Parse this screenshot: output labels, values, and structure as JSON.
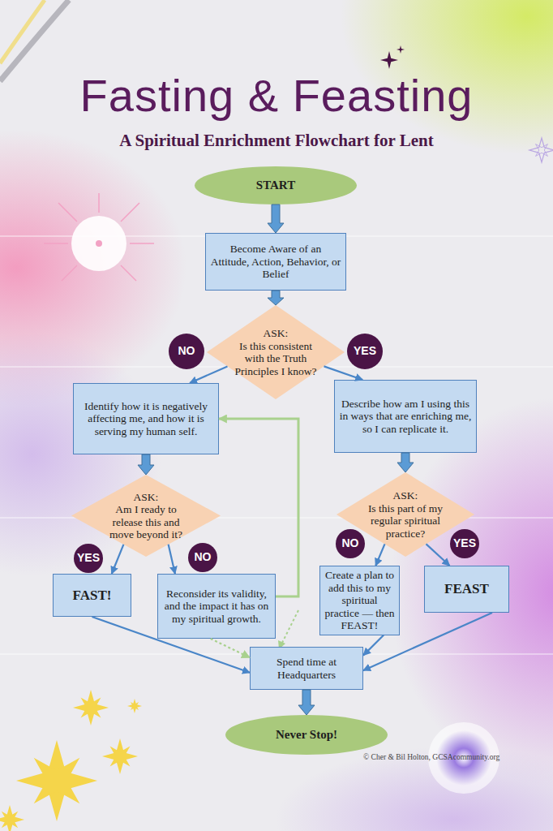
{
  "diagram": {
    "title": "Fasting & Feasting",
    "nodes": [
      {
        "text": [
          "START"
        ]
      },
      {
        "text": [
          "Become Aware of an Attitude, Action, Behavior, or Belief"
        ]
      },
      {
        "text": [
          "ASK:",
          "Is this consistent with the Truth Principles I know?"
        ]
      },
      {
        "text": [
          "NO"
        ]
      },
      {
        "text": [
          "YES"
        ]
      },
      {
        "text": [
          "Identify how it is negatively affecting me, and how it is serving my human self."
        ]
      },
      {
        "text": [
          "Describe how am I using this in ways that are enriching me, so I can replicate it."
        ]
      },
      {
        "text": [
          "ASK:",
          "Am I ready to release this and move beyond it?"
        ]
      },
      {
        "text": [
          "ASK:",
          "Is this part of my regular spiritual practice?"
        ]
      },
      {
        "text": [
          "YES"
        ]
      },
      {
        "text": [
          "NO"
        ]
      },
      {
        "text": [
          "NO"
        ]
      },
      {
        "text": [
          "YES"
        ]
      },
      {
        "text": [
          "FAST!"
        ]
      },
      {
        "text": [
          "Reconsider its validity, and the impact it has on my spiritual growth."
        ]
      },
      {
        "text": [
          "Create a plan to add this to my spiritual practice — then FEAST!"
        ]
      },
      {
        "text": [
          "FEAST"
        ]
      },
      {
        "text": [
          "Spend time at Headquarters"
        ]
      },
      {
        "text": [
          "Never Stop!"
        ]
      }
    ],
    "edges": [
      {
        "from": 0,
        "to": 1,
        "arrow": "to"
      },
      {
        "from": 1,
        "to": 2,
        "arrow": "to"
      },
      {
        "from": 2,
        "to": 5,
        "arrow": "to"
      },
      {
        "from": 2,
        "to": 6,
        "arrow": "to"
      },
      {
        "from": 5,
        "to": 7,
        "arrow": "to"
      },
      {
        "from": 6,
        "to": 8,
        "arrow": "to"
      },
      {
        "from": 7,
        "to": 13,
        "arrow": "to"
      },
      {
        "from": 7,
        "to": 14,
        "arrow": "to"
      },
      {
        "from": 14,
        "to": 5,
        "arrow": "to"
      },
      {
        "from": 14,
        "to": 17,
        "arrow": "to"
      },
      {
        "from": 13,
        "to": 17,
        "arrow": "to"
      },
      {
        "from": 15,
        "to": 17,
        "arrow": "to"
      },
      {
        "from": 16,
        "to": 17,
        "arrow": "to"
      },
      {
        "from": 8,
        "to": 15,
        "arrow": "to"
      },
      {
        "from": 8,
        "to": 16,
        "arrow": "to"
      },
      {
        "from": 17,
        "to": 18,
        "arrow": "to"
      }
    ],
    "labels": [
      "A Spiritual Enrichment Flowchart for Lent",
      "© Cher & Bil Holton, GCSAcommunity.org"
    ]
  }
}
